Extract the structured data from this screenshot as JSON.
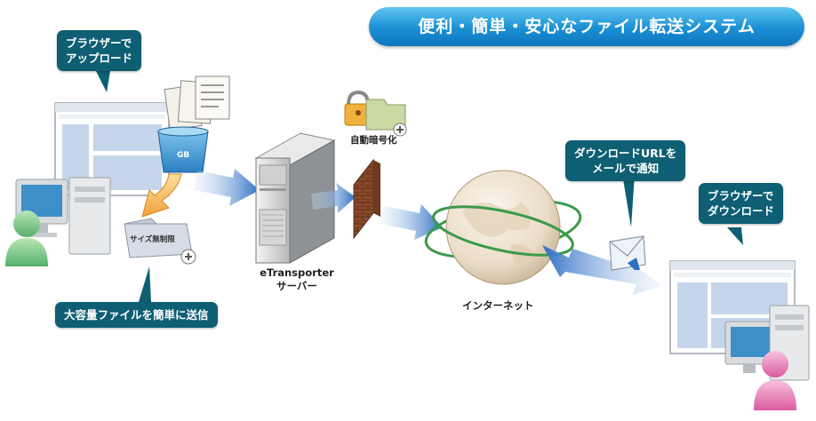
{
  "title": "便利・簡単・安心なファイル転送システム",
  "callouts": {
    "upload": [
      "ブラウザーで",
      "アップロード"
    ],
    "send": "大容量ファイルを簡単に送信",
    "notify": [
      "ダウンロードURLを",
      "メールで通知"
    ],
    "download": [
      "ブラウザーで",
      "ダウンロード"
    ]
  },
  "labels": {
    "server": [
      "eTransporter",
      "サーバー"
    ],
    "encryption": "自動暗号化",
    "internet": "インターネット",
    "gb": "GB",
    "no_limit": "サイズ無制限"
  },
  "icons": [
    "user-green-icon",
    "user-pink-icon",
    "padlock-icon",
    "folder-icon",
    "envelope-icon",
    "globe-icon",
    "firewall-icon",
    "server-icon",
    "documents-icon"
  ]
}
